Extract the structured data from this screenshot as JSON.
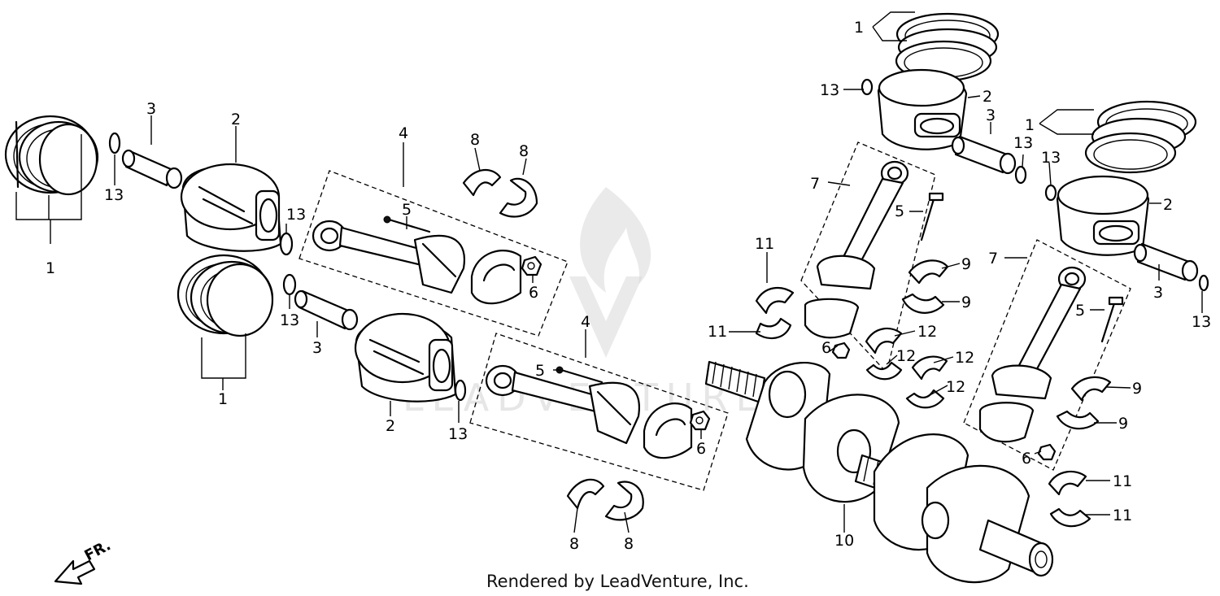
{
  "diagram": {
    "credit": "Rendered by LeadVenture, Inc.",
    "direction_label": "FR.",
    "callouts": {
      "c1": "1",
      "c1b": "1",
      "c1c": "1",
      "c1d": "1",
      "c2a": "2",
      "c2b": "2",
      "c2c": "2",
      "c2d": "2",
      "c3a": "3",
      "c3b": "3",
      "c3c": "3",
      "c3d": "3",
      "c4a": "4",
      "c4b": "4",
      "c5a": "5",
      "c5b": "5",
      "c5c": "5",
      "c5d": "5",
      "c6a": "6",
      "c6b": "6",
      "c6c": "6",
      "c6d": "6",
      "c7a": "7",
      "c7b": "7",
      "c8a": "8",
      "c8b": "8",
      "c8c": "8",
      "c8d": "8",
      "c9a": "9",
      "c9b": "9",
      "c9c": "9",
      "c9d": "9",
      "c10": "10",
      "c11a": "11",
      "c11b": "11",
      "c11c": "11",
      "c11d": "11",
      "c12a": "12",
      "c12b": "12",
      "c12c": "12",
      "c12d": "12",
      "c13a": "13",
      "c13b": "13",
      "c13c": "13",
      "c13d": "13",
      "c13e": "13",
      "c13f": "13",
      "c13g": "13",
      "c13h": "13"
    }
  }
}
